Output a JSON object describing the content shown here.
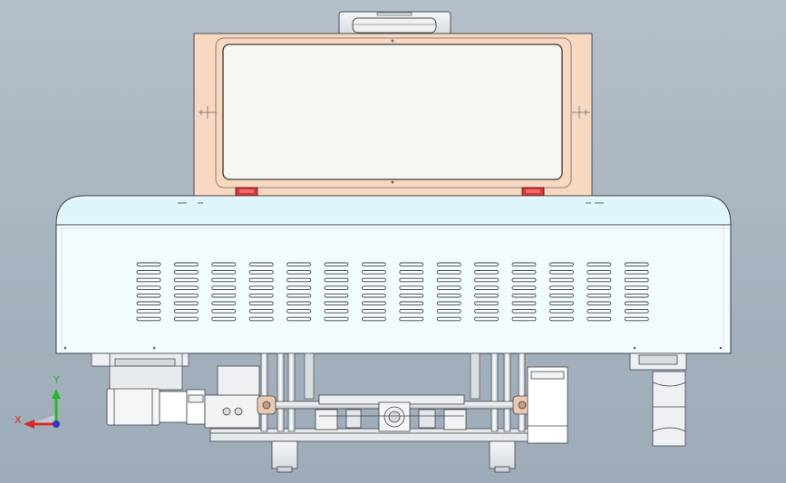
{
  "axes": {
    "x_label": "X",
    "y_label": "Y"
  },
  "colors": {
    "background": "#a9b5c1",
    "lid_panel": "#f8d8c0",
    "viewing_window": "#f5f5f2",
    "housing": "#f2fbfe",
    "housing_top": "#def5fc",
    "metal": "#e9ecef",
    "outline": "#4a4f55",
    "hinge": "#d83838",
    "axis_x": "#d42a2a",
    "axis_y": "#27b827",
    "axis_z": "#2a36c8"
  },
  "vents": {
    "columns": 14,
    "rows": 8
  }
}
